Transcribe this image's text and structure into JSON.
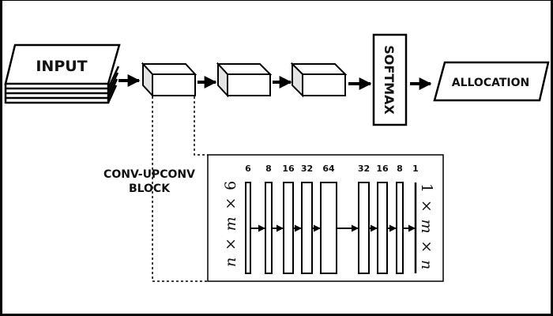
{
  "diagram": {
    "pipeline": {
      "input_label": "INPUT",
      "blocks": [
        {
          "name": "conv-upconv-block-1"
        },
        {
          "name": "conv-upconv-block-2"
        },
        {
          "name": "conv-upconv-block-3"
        }
      ],
      "softmax_label": "SOFTMAX",
      "output_label": "ALLOCATION"
    },
    "detail": {
      "title_line1": "CONV-UPCONV",
      "title_line2": "BLOCK",
      "input_shape": [
        "n",
        "×",
        "m",
        "×",
        "6"
      ],
      "output_shape": [
        "n",
        "×",
        "m",
        "×",
        "1"
      ],
      "layers": [
        {
          "channels": "6"
        },
        {
          "channels": "8"
        },
        {
          "channels": "16"
        },
        {
          "channels": "32"
        },
        {
          "channels": "64"
        },
        {
          "channels": "32"
        },
        {
          "channels": "16"
        },
        {
          "channels": "8"
        },
        {
          "channels": "1"
        }
      ]
    },
    "colors": {
      "stroke": "#000000",
      "cube_side_fill": "#e4e4e4",
      "background": "#ffffff"
    }
  }
}
